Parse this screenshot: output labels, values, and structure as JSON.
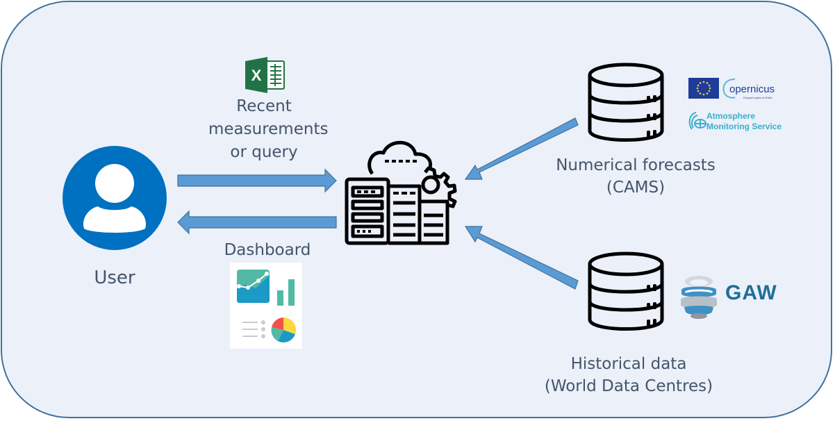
{
  "diagram": {
    "colors": {
      "background": "#ebf0f9",
      "border": "#41719c",
      "arrow_fill": "#5b9bd5",
      "arrow_stroke": "#41719c",
      "text": "#44546a",
      "user_icon": "#0070c0",
      "excel_green": "#217346",
      "cams_teal": "#3aaecb",
      "gaw_blue": "#1f6e99"
    },
    "nodes": {
      "user": {
        "label": "User",
        "icon": "user-avatar-icon"
      },
      "server": {
        "icon": "cloud-server-gear-icon"
      },
      "forecasts": {
        "line1": "Numerical forecasts",
        "line2": "(CAMS)",
        "icon": "database-icon",
        "logos": {
          "copernicus": "opernicus",
          "copernicus_tagline": "Europe's eyes on Earth",
          "ams_line1": "Atmosphere",
          "ams_line2": "Monitoring Service"
        }
      },
      "historical": {
        "line1": "Historical data",
        "line2": "(World Data Centres)",
        "icon": "database-icon",
        "logo_text": "GAW"
      }
    },
    "edges": {
      "user_to_server": {
        "icon": "excel-icon",
        "line1": "Recent",
        "line2": "measurements",
        "line3": "or query"
      },
      "server_to_user": {
        "label": "Dashboard",
        "icon": "dashboard-icon"
      },
      "forecasts_to_server": {
        "direction": "right-to-left"
      },
      "historical_to_server": {
        "direction": "right-to-left"
      }
    }
  }
}
